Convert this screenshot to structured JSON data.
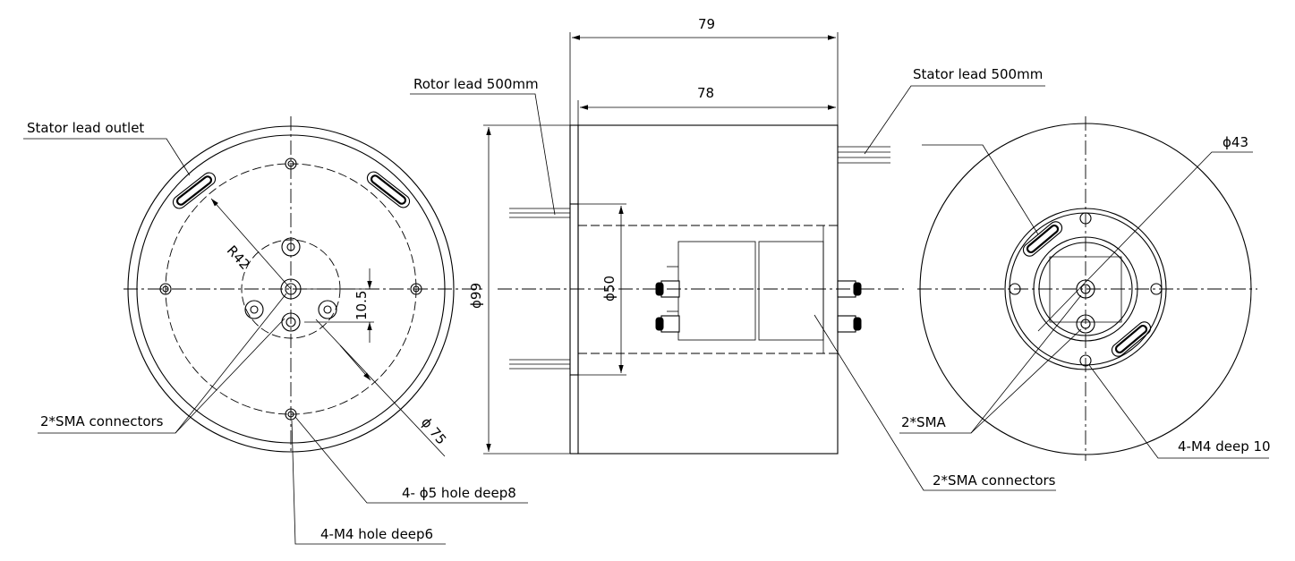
{
  "dimensions": {
    "overall_length": "79",
    "body_length": "78",
    "outer_diameter": "ϕ99",
    "flange_diameter": "ϕ50",
    "mounting_pcd": "ϕ 75",
    "radius": "R42",
    "offset": "10.5",
    "rotor_diameter": "ϕ43"
  },
  "callouts": {
    "rotor_lead": "Rotor lead 500mm",
    "stator_lead": "Stator lead 500mm",
    "stator_lead_outlet": "Stator lead outlet",
    "sma_connectors_left": "2*SMA connectors",
    "hole_phi5": "4- ϕ5 hole deep8",
    "m4_hole": "4-M4 hole deep6",
    "sma_right": "2*SMA",
    "sma_connectors_mid": "2*SMA connectors",
    "m4_deep": "4-M4 deep 10"
  }
}
